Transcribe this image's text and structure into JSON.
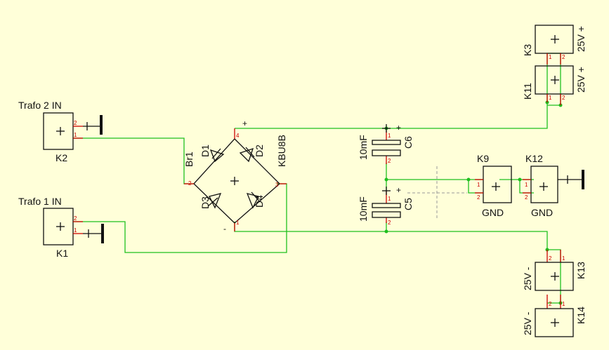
{
  "theme": {
    "background": "#ffffd9",
    "wire_color": "#1fbf1f",
    "pin_color": "#cc0000",
    "outline_color": "#111111"
  },
  "connectors": {
    "k2": {
      "ref": "K2",
      "title": "Trafo 2 IN",
      "pins": [
        "2",
        "1"
      ]
    },
    "k1": {
      "ref": "K1",
      "title": "Trafo 1 IN",
      "pins": [
        "2",
        "1"
      ]
    },
    "k3": {
      "ref": "K3",
      "value": "25V +",
      "pins": [
        "1",
        "2"
      ]
    },
    "k11": {
      "ref": "K11",
      "value": "25V +",
      "pins": [
        "1",
        "2"
      ]
    },
    "k9": {
      "ref": "K9",
      "value": "GND",
      "pins": [
        "1",
        "2"
      ]
    },
    "k12": {
      "ref": "K12",
      "value": "GND",
      "pins": [
        "1",
        "2"
      ]
    },
    "k13": {
      "ref": "K13",
      "value": "25V -",
      "pins": [
        "2",
        "1"
      ]
    },
    "k14": {
      "ref": "K14",
      "value": "25V -",
      "pins": [
        "2",
        "1"
      ]
    }
  },
  "bridge": {
    "ref": "Br1",
    "part": "KBU8B",
    "diodes": [
      "D1",
      "D2",
      "D3",
      "D4"
    ],
    "pins": [
      "4",
      "2",
      "3",
      "1"
    ],
    "plus": "+",
    "minus": "-"
  },
  "capacitors": {
    "c6": {
      "ref": "C6",
      "value": "10mF",
      "plus": "+",
      "pins": [
        "1",
        "2"
      ]
    },
    "c5": {
      "ref": "C5",
      "value": "10mF",
      "plus": "+",
      "pins": [
        "1",
        "2"
      ]
    }
  }
}
